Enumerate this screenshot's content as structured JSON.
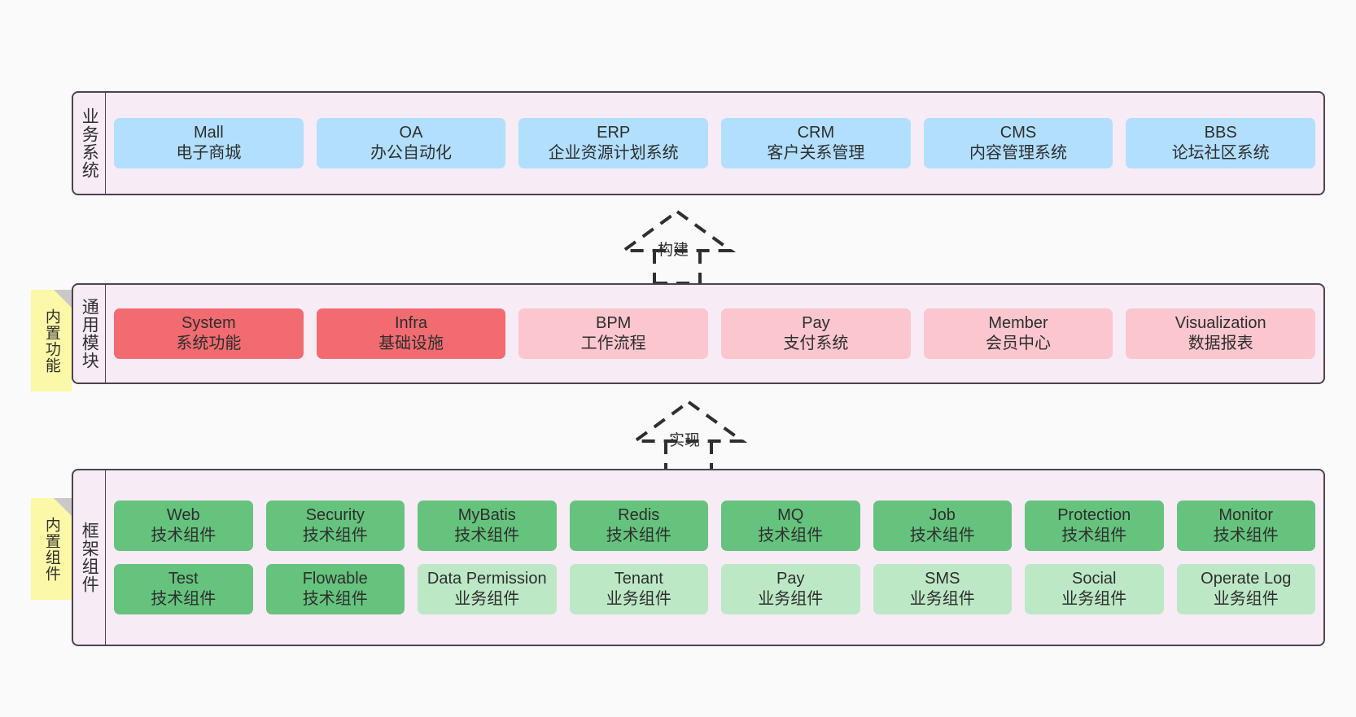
{
  "diagram": {
    "title_hidden": "",
    "colors": {
      "panel_bg": "#f7ebf6",
      "panel_border": "#4a4450",
      "blue": "#b1dffd",
      "red": "#f26b70",
      "pink": "#fbc6cd",
      "green": "#65c37d",
      "light_green": "#bde8c6",
      "note_yellow": "#fbf8a8",
      "note_fold": "#c9c9c9",
      "page_bg": "#fafafa"
    }
  },
  "layers": [
    {
      "id": "business-systems",
      "title": "业务系统",
      "rows": [
        {
          "cells": [
            {
              "en": "Mall",
              "cn": "电子商城",
              "color": "blue"
            },
            {
              "en": "OA",
              "cn": "办公自动化",
              "color": "blue"
            },
            {
              "en": "ERP",
              "cn": "企业资源计划系统",
              "color": "blue"
            },
            {
              "en": "CRM",
              "cn": "客户关系管理",
              "color": "blue"
            },
            {
              "en": "CMS",
              "cn": "内容管理系统",
              "color": "blue"
            },
            {
              "en": "BBS",
              "cn": "论坛社区系统",
              "color": "blue"
            }
          ]
        }
      ]
    },
    {
      "id": "common-modules",
      "title": "通用模块",
      "note": "内置功能",
      "rows": [
        {
          "cells": [
            {
              "en": "System",
              "cn": "系统功能",
              "color": "red"
            },
            {
              "en": "Infra",
              "cn": "基础设施",
              "color": "red"
            },
            {
              "en": "BPM",
              "cn": "工作流程",
              "color": "pink"
            },
            {
              "en": "Pay",
              "cn": "支付系统",
              "color": "pink"
            },
            {
              "en": "Member",
              "cn": "会员中心",
              "color": "pink"
            },
            {
              "en": "Visualization",
              "cn": "数据报表",
              "color": "pink"
            }
          ]
        }
      ]
    },
    {
      "id": "framework-components",
      "title": "框架组件",
      "note": "内置组件",
      "rows": [
        {
          "cells": [
            {
              "en": "Web",
              "cn": "技术组件",
              "color": "green"
            },
            {
              "en": "Security",
              "cn": "技术组件",
              "color": "green"
            },
            {
              "en": "MyBatis",
              "cn": "技术组件",
              "color": "green"
            },
            {
              "en": "Redis",
              "cn": "技术组件",
              "color": "green"
            },
            {
              "en": "MQ",
              "cn": "技术组件",
              "color": "green"
            },
            {
              "en": "Job",
              "cn": "技术组件",
              "color": "green"
            },
            {
              "en": "Protection",
              "cn": "技术组件",
              "color": "green"
            },
            {
              "en": "Monitor",
              "cn": "技术组件",
              "color": "green"
            }
          ]
        },
        {
          "cells": [
            {
              "en": "Test",
              "cn": "技术组件",
              "color": "green"
            },
            {
              "en": "Flowable",
              "cn": "技术组件",
              "color": "green"
            },
            {
              "en": "Data Permission",
              "cn": "业务组件",
              "color": "light_green",
              "wrap": true
            },
            {
              "en": "Tenant",
              "cn": "业务组件",
              "color": "light_green"
            },
            {
              "en": "Pay",
              "cn": "业务组件",
              "color": "light_green"
            },
            {
              "en": "SMS",
              "cn": "业务组件",
              "color": "light_green"
            },
            {
              "en": "Social",
              "cn": "业务组件",
              "color": "light_green"
            },
            {
              "en": "Operate Log",
              "cn": "业务组件",
              "color": "light_green"
            }
          ]
        }
      ]
    }
  ],
  "connectors": [
    {
      "id": "build",
      "label": "构建",
      "style": "dashed-generalization-up"
    },
    {
      "id": "implement",
      "label": "实现",
      "style": "dashed-generalization-up"
    }
  ]
}
